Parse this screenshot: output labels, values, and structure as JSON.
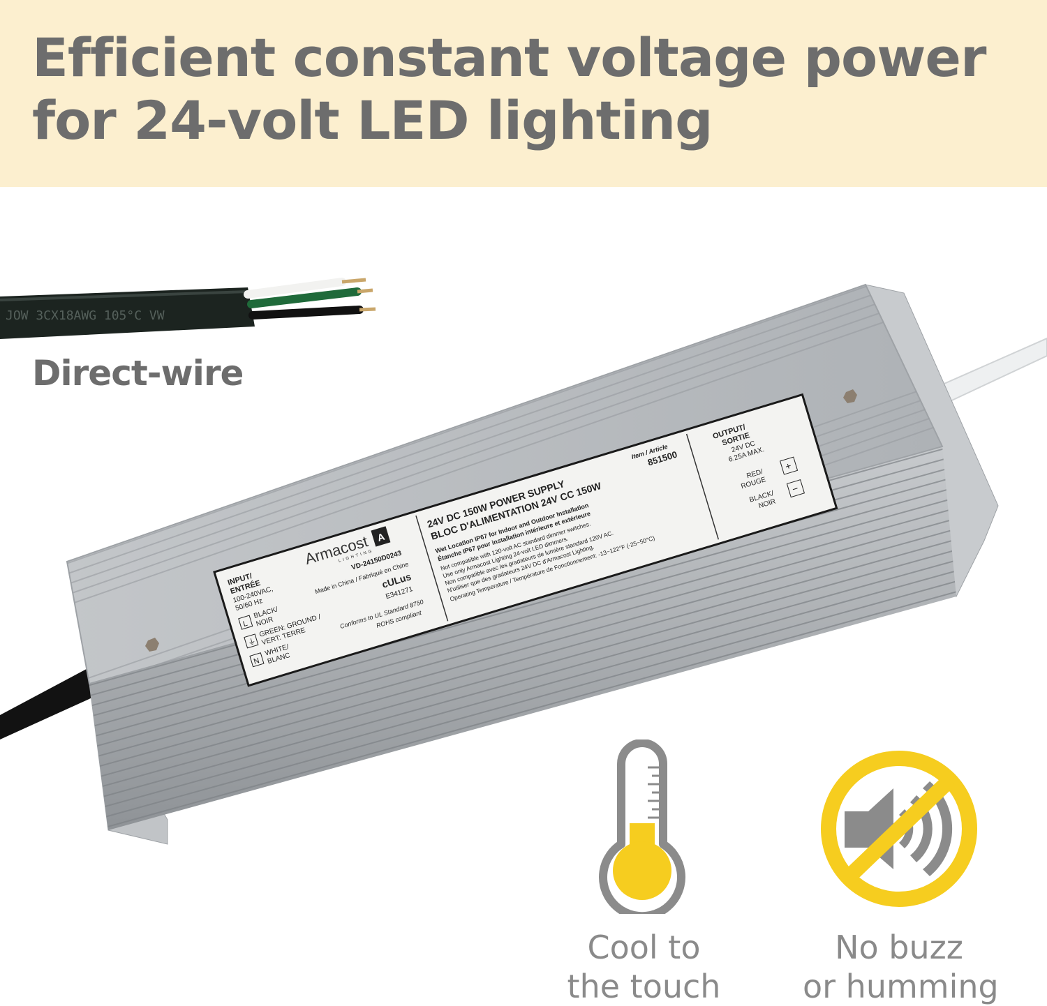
{
  "banner": {
    "headline_line1": "Efficient constant voltage power",
    "headline_line2": "for 24-volt LED lighting",
    "background": "#fcefcf"
  },
  "wire": {
    "label": "Direct-wire",
    "jacket_text": "JOW  3CX18AWG  105°C  VW"
  },
  "device": {
    "brand": "Armacost",
    "brand_sub": "LIGHTING",
    "model": "VD-24150D0243",
    "made_in": "Made in China / Fabriqué en Chine",
    "cert_id": "E341271",
    "conformity": "Conforms to UL Standard 8750",
    "rohs": "ROHS compliant",
    "title_en": "24V DC 150W POWER SUPPLY",
    "title_fr": "BLOC D'ALIMENTATION 24V CC 150W",
    "item_label": "Item / Article",
    "item_number": "851500",
    "notes": [
      "Wet Location IP67 for Indoor and Outdoor Installation",
      "Étanche IP67 pour installation intérieure et extérieure",
      "Not compatible with 120-volt AC standard dimmer switches.",
      "Use only Armacost Lighting 24-volt LED dimmers.",
      "Non compatible avec les gradateurs de lumière standard 120V AC.",
      "N'utiliser que des gradateurs 24V DC d'Armacost Lighting.",
      "Operating Temperature / Température de Fonctionnement: -13~122°F (-25~50°C)"
    ],
    "input": {
      "title": "INPUT/",
      "title_fr": "ENTRÉE",
      "spec1": "100-240VAC,",
      "spec2": "50/60 Hz",
      "wires": [
        {
          "symbol": "L",
          "line1": "BLACK/",
          "line2": "NOIR"
        },
        {
          "symbol": "⏚",
          "line1": "GREEN: GROUND /",
          "line2": "VERT: TERRE"
        },
        {
          "symbol": "N",
          "line1": "WHITE/",
          "line2": "BLANC"
        }
      ]
    },
    "output": {
      "title": "OUTPUT/",
      "title_fr": "SORTIE",
      "spec1": "24V DC",
      "spec2": "6.25A MAX.",
      "wires": [
        {
          "symbol": "+",
          "line1": "RED/",
          "line2": "ROUGE"
        },
        {
          "symbol": "−",
          "line1": "BLACK/",
          "line2": "NOIR"
        }
      ]
    }
  },
  "features": [
    {
      "icon": "thermometer-icon",
      "line1": "Cool to",
      "line2": "the touch"
    },
    {
      "icon": "no-sound-icon",
      "line1": "No buzz",
      "line2": "or humming"
    }
  ],
  "colors": {
    "accent_yellow": "#f6cd1f",
    "icon_gray": "#8b8b8b",
    "text_gray": "#6d6d6d",
    "housing": "#b8bcc0"
  }
}
